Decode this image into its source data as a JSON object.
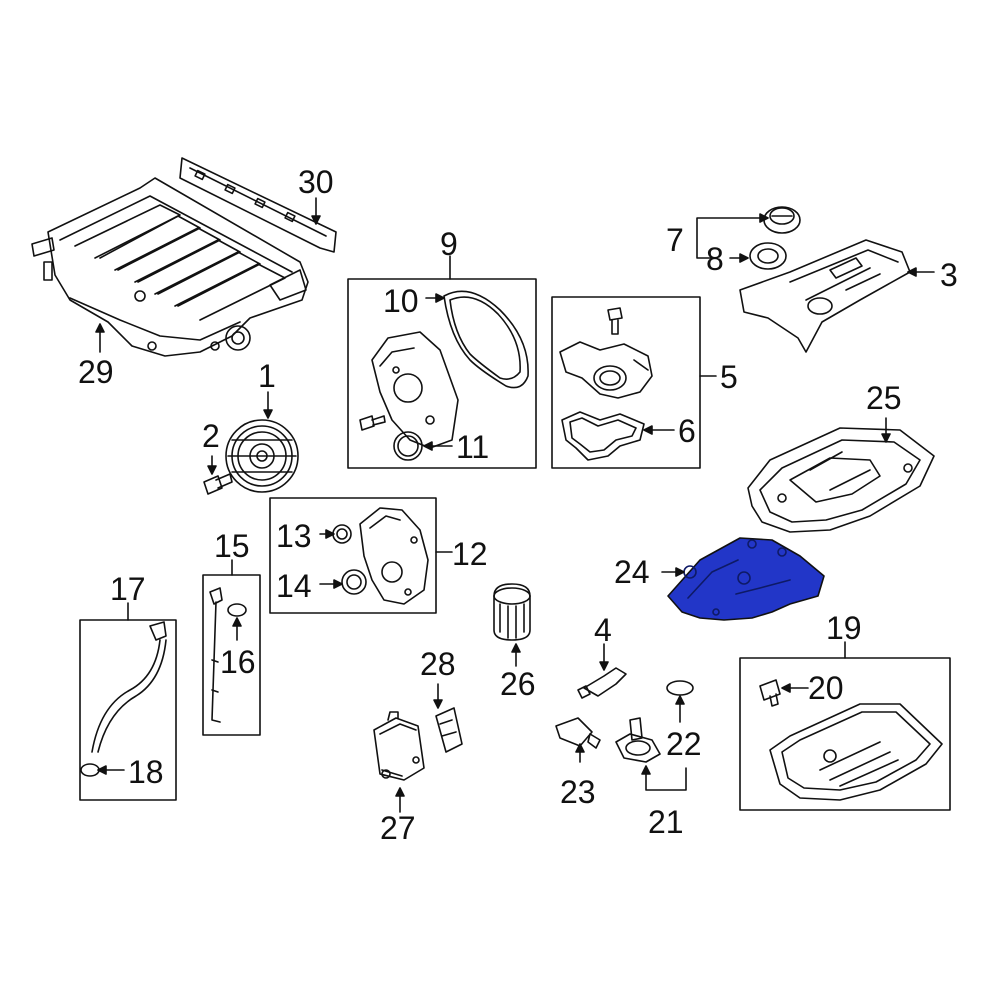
{
  "diagram": {
    "highlight_color": "#2236c8",
    "line_color": "#111111",
    "callouts": {
      "n1": "1",
      "n2": "2",
      "n3": "3",
      "n4": "4",
      "n5": "5",
      "n6": "6",
      "n7": "7",
      "n8": "8",
      "n9": "9",
      "n10": "10",
      "n11": "11",
      "n12": "12",
      "n13": "13",
      "n14": "14",
      "n15": "15",
      "n16": "16",
      "n17": "17",
      "n18": "18",
      "n19": "19",
      "n20": "20",
      "n21": "21",
      "n22": "22",
      "n23": "23",
      "n24": "24",
      "n25": "25",
      "n26": "26",
      "n27": "27",
      "n28": "28",
      "n29": "29",
      "n30": "30"
    },
    "highlighted_part": "24"
  }
}
